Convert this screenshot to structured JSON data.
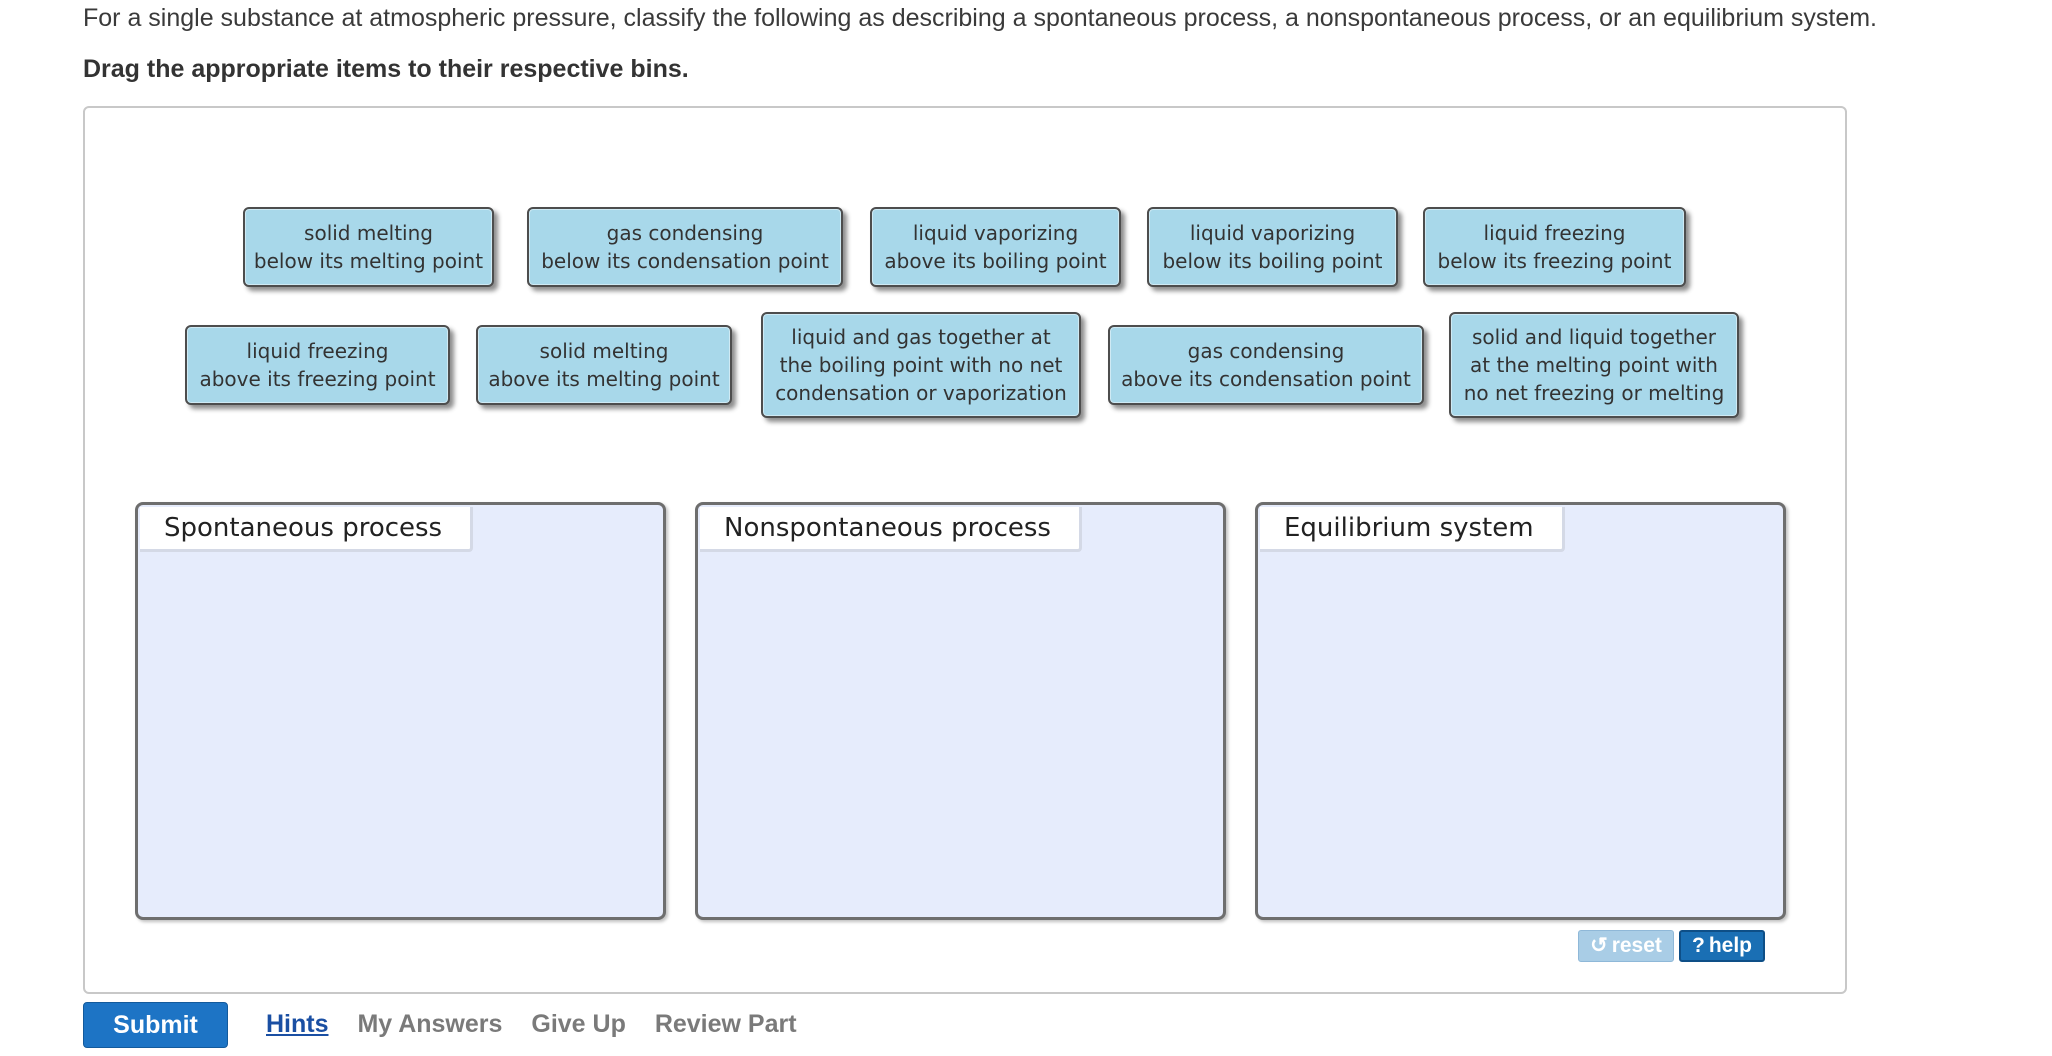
{
  "question": "For a single substance at atmospheric pressure, classify the following as describing a spontaneous process, a nonspontaneous process, or an equilibrium system.",
  "instruction": "Drag the appropriate items to their respective bins.",
  "items": [
    {
      "line1": "solid melting",
      "line2": "below its melting point"
    },
    {
      "line1": "gas condensing",
      "line2": "below its condensation point"
    },
    {
      "line1": "liquid vaporizing",
      "line2": "above its boiling point"
    },
    {
      "line1": "liquid vaporizing",
      "line2": "below its boiling point"
    },
    {
      "line1": "liquid freezing",
      "line2": "below its freezing point"
    },
    {
      "line1": "liquid freezing",
      "line2": "above its freezing point"
    },
    {
      "line1": "solid melting",
      "line2": "above its melting point"
    },
    {
      "line1": "liquid and gas together at",
      "line2": "the boiling point with no net",
      "line3": "condensation or vaporization"
    },
    {
      "line1": "gas condensing",
      "line2": "above its condensation point"
    },
    {
      "line1": "solid and liquid together",
      "line2": "at the melting point with",
      "line3": "no net freezing or melting"
    }
  ],
  "bins": [
    {
      "label": "Spontaneous process"
    },
    {
      "label": "Nonspontaneous process"
    },
    {
      "label": "Equilibrium system"
    }
  ],
  "controls": {
    "reset_icon": "↺",
    "reset_label": "reset",
    "help_icon": "?",
    "help_label": "help"
  },
  "footer": {
    "submit_label": "Submit",
    "hints_label": "Hints",
    "my_answers_label": "My Answers",
    "give_up_label": "Give Up",
    "review_part_label": "Review Part"
  },
  "colors": {
    "item_bg": "#a8d8ea",
    "bin_bg": "#e6ecfc",
    "submit_bg": "#1d74c5",
    "help_bg": "#1a6fb4",
    "reset_bg": "#a9cde6",
    "hints_link": "#1a4fa3"
  },
  "icons": {
    "reset": "reset-icon",
    "help": "help-icon"
  }
}
